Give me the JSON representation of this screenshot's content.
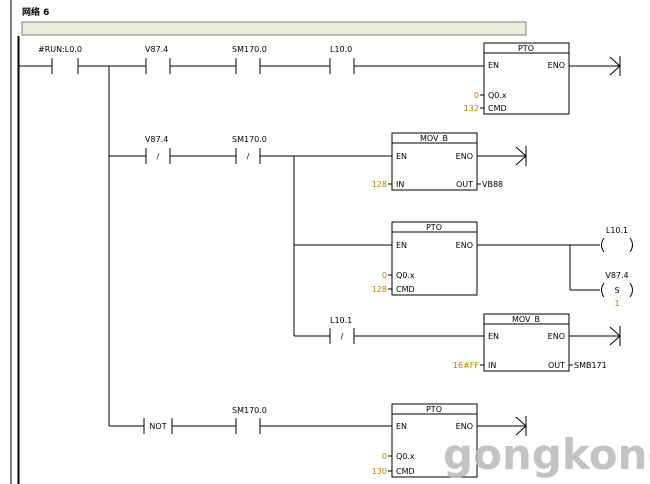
{
  "network": {
    "title": "网络 6",
    "comment": ""
  },
  "rung1": {
    "contact_a": "#RUN:L0.0",
    "contact_b": "V87.4",
    "contact_c": "SM170.0",
    "contact_d": "L10.0",
    "block": {
      "title": "PTO",
      "en": "EN",
      "eno": "ENO",
      "p1": "Q0.x",
      "p1_value": "0",
      "p2": "CMD",
      "p2_value": "132"
    }
  },
  "rung2": {
    "contact_a": "V87.4",
    "contact_a_sym": "/",
    "contact_b": "SM170.0",
    "contact_b_sym": "/",
    "mov": {
      "title": "MOV_B",
      "en": "EN",
      "eno": "ENO",
      "in": "IN",
      "in_value": "128",
      "out": "OUT",
      "out_value": "VB88"
    },
    "pto": {
      "title": "PTO",
      "en": "EN",
      "eno": "ENO",
      "p1": "Q0.x",
      "p1_value": "0",
      "p2": "CMD",
      "p2_value": "128"
    },
    "coil1": {
      "label": "L10.1"
    },
    "coil2": {
      "label": "V87.4",
      "sym": "S",
      "count": "1"
    },
    "contact_c": "L10.1",
    "contact_c_sym": "/",
    "mov2": {
      "title": "MOV_B",
      "en": "EN",
      "eno": "ENO",
      "in": "IN",
      "in_value": "16#FF",
      "out": "OUT",
      "out_value": "SMB171"
    }
  },
  "rung3": {
    "not": "NOT",
    "contact": "SM170.0",
    "pto": {
      "title": "PTO",
      "en": "EN",
      "eno": "ENO",
      "p1": "Q0.x",
      "p1_value": "0",
      "p2": "CMD",
      "p2_value": "130"
    }
  },
  "watermark": "gongkong"
}
